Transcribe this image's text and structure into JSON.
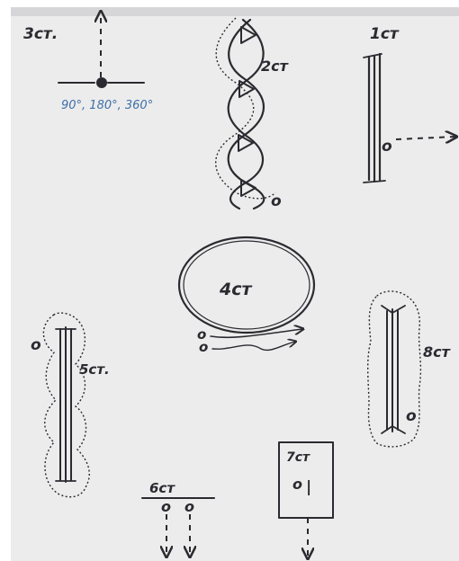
{
  "colors": {
    "paper": "#ececec",
    "ink": "#2a2a30",
    "note": "#3d6fa8"
  },
  "elements": {
    "e3": {
      "label": "3ст.",
      "angles": "90°, 180°, 360°"
    },
    "e2": {
      "label": "2ст",
      "marker": "o"
    },
    "e1": {
      "label": "1ст",
      "marker": "o"
    },
    "e4": {
      "label": "4ст",
      "marker1": "o",
      "marker2": "o"
    },
    "e5": {
      "label": "5ст.",
      "marker": "o"
    },
    "e8": {
      "label": "8ст",
      "marker": "o"
    },
    "e6": {
      "label": "6ст",
      "marker1": "o",
      "marker2": "o"
    },
    "e7": {
      "label": "7ст",
      "marker": "o",
      "mark": "|"
    }
  }
}
